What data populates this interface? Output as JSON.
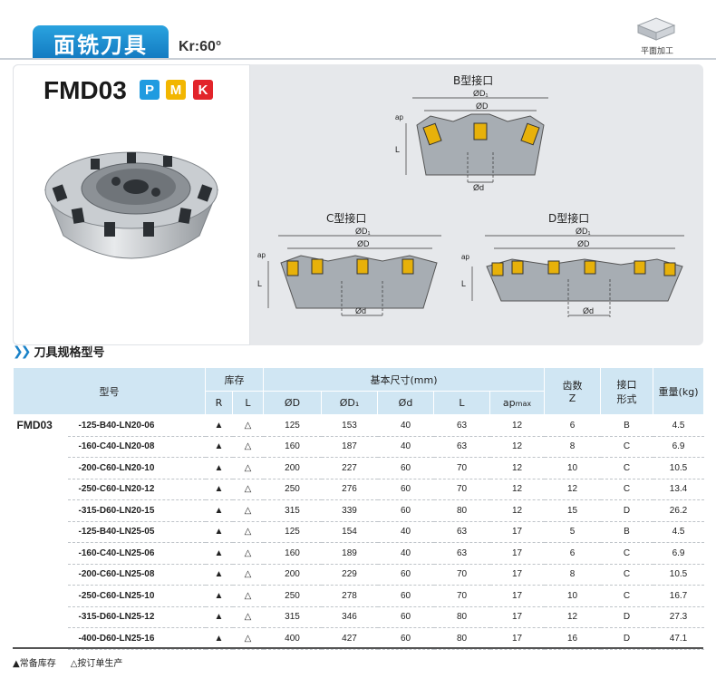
{
  "header": {
    "title": "面铣刀具",
    "kr": "Kr:60°",
    "machining_label": "平面加工"
  },
  "product": {
    "model": "FMD03",
    "grades": [
      {
        "label": "P",
        "color": "#1f9be0"
      },
      {
        "label": "M",
        "color": "#f2b600"
      },
      {
        "label": "K",
        "color": "#e2242a"
      }
    ]
  },
  "diagrams": {
    "b": {
      "title": "B型接口",
      "d1": "ØD₁",
      "d": "ØD",
      "ap": "ap",
      "l": "L",
      "bore": "Ød"
    },
    "c": {
      "title": "C型接口",
      "d1": "ØD₁",
      "d": "ØD",
      "ap": "ap",
      "l": "L",
      "bore": "Ød"
    },
    "dd": {
      "title": "D型接口",
      "d1": "ØD₁",
      "d": "ØD",
      "ap": "ap",
      "l": "L",
      "bore": "Ød"
    }
  },
  "section_title": "刀具规格型号",
  "table": {
    "headers": {
      "model": "型号",
      "stock": "库存",
      "dims": "基本尺寸(mm)",
      "teeth": "齿数\nZ",
      "teeth_1": "齿数",
      "teeth_2": "Z",
      "iface_1": "接口",
      "iface_2": "形式",
      "weight": "重量(kg)",
      "r": "R",
      "l": "L",
      "od": "ØD",
      "od1": "ØD₁",
      "bore": "Ød",
      "len": "L",
      "ap": "ap",
      "ap_sub": "max"
    },
    "prefix": "FMD03",
    "rows": [
      {
        "suffix": "-125-B40-LN20-06",
        "r": "▲",
        "l": "△",
        "d": "125",
        "d1": "153",
        "bore": "40",
        "len": "63",
        "ap": "12",
        "z": "6",
        "iface": "B",
        "w": "4.5"
      },
      {
        "suffix": "-160-C40-LN20-08",
        "r": "▲",
        "l": "△",
        "d": "160",
        "d1": "187",
        "bore": "40",
        "len": "63",
        "ap": "12",
        "z": "8",
        "iface": "C",
        "w": "6.9"
      },
      {
        "suffix": "-200-C60-LN20-10",
        "r": "▲",
        "l": "△",
        "d": "200",
        "d1": "227",
        "bore": "60",
        "len": "70",
        "ap": "12",
        "z": "10",
        "iface": "C",
        "w": "10.5"
      },
      {
        "suffix": "-250-C60-LN20-12",
        "r": "▲",
        "l": "△",
        "d": "250",
        "d1": "276",
        "bore": "60",
        "len": "70",
        "ap": "12",
        "z": "12",
        "iface": "C",
        "w": "13.4"
      },
      {
        "suffix": "-315-D60-LN20-15",
        "r": "▲",
        "l": "△",
        "d": "315",
        "d1": "339",
        "bore": "60",
        "len": "80",
        "ap": "12",
        "z": "15",
        "iface": "D",
        "w": "26.2"
      },
      {
        "suffix": "-125-B40-LN25-05",
        "r": "▲",
        "l": "△",
        "d": "125",
        "d1": "154",
        "bore": "40",
        "len": "63",
        "ap": "17",
        "z": "5",
        "iface": "B",
        "w": "4.5"
      },
      {
        "suffix": "-160-C40-LN25-06",
        "r": "▲",
        "l": "△",
        "d": "160",
        "d1": "189",
        "bore": "40",
        "len": "63",
        "ap": "17",
        "z": "6",
        "iface": "C",
        "w": "6.9"
      },
      {
        "suffix": "-200-C60-LN25-08",
        "r": "▲",
        "l": "△",
        "d": "200",
        "d1": "229",
        "bore": "60",
        "len": "70",
        "ap": "17",
        "z": "8",
        "iface": "C",
        "w": "10.5"
      },
      {
        "suffix": "-250-C60-LN25-10",
        "r": "▲",
        "l": "△",
        "d": "250",
        "d1": "278",
        "bore": "60",
        "len": "70",
        "ap": "17",
        "z": "10",
        "iface": "C",
        "w": "16.7"
      },
      {
        "suffix": "-315-D60-LN25-12",
        "r": "▲",
        "l": "△",
        "d": "315",
        "d1": "346",
        "bore": "60",
        "len": "80",
        "ap": "17",
        "z": "12",
        "iface": "D",
        "w": "27.3"
      },
      {
        "suffix": "-400-D60-LN25-16",
        "r": "▲",
        "l": "△",
        "d": "400",
        "d1": "427",
        "bore": "60",
        "len": "80",
        "ap": "17",
        "z": "16",
        "iface": "D",
        "w": "47.1"
      }
    ]
  },
  "legend": {
    "stock": "▲常备库存",
    "order": "△按订单生产"
  }
}
